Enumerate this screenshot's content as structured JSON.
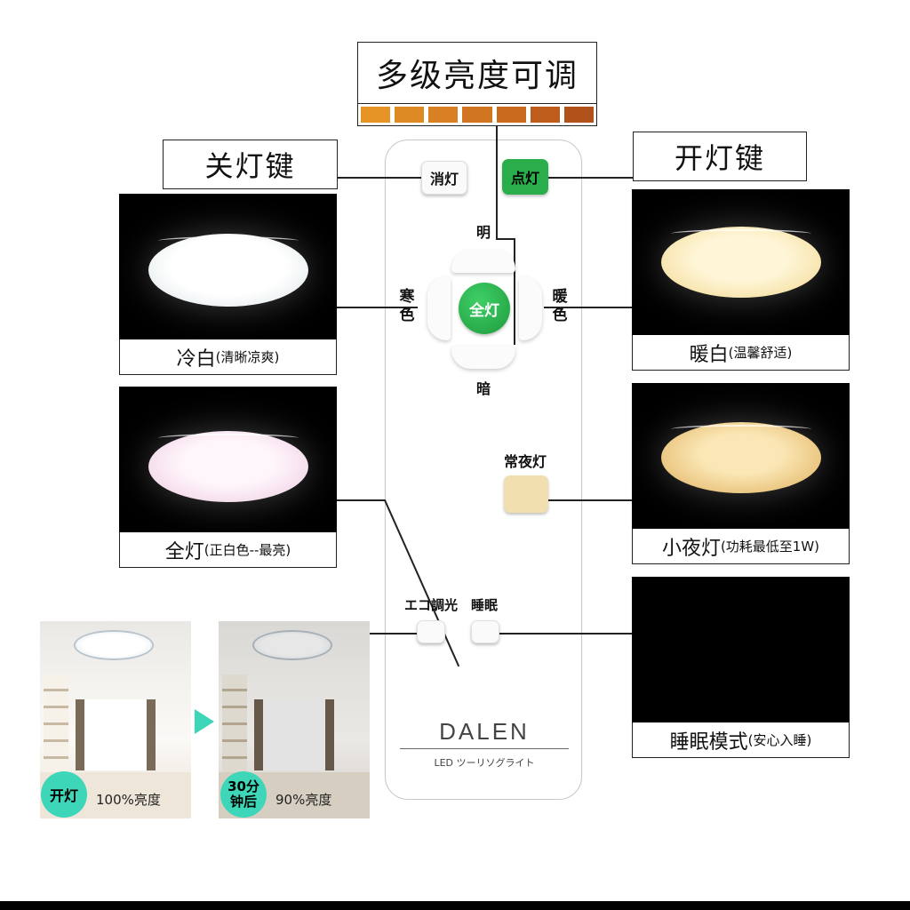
{
  "header": {
    "title": "多级亮度可调",
    "swatches": [
      "#e59425",
      "#dd8a25",
      "#d98024",
      "#d27521",
      "#ca6a1e",
      "#be5d1b",
      "#b0521a"
    ]
  },
  "keys": {
    "off_label": "关灯键",
    "on_label": "开灯键"
  },
  "remote": {
    "off_button": "消灯",
    "on_button": "点灯",
    "bright": "明",
    "dark": "暗",
    "cold_color": "寒色",
    "warm_color": "暖色",
    "full_button": "全灯",
    "night_light": "常夜灯",
    "eco_dim": "エコ調光",
    "sleep": "睡眠",
    "brand": "DALEN",
    "subtitle": "LED ツーリソグライト"
  },
  "modes": {
    "cold_white": {
      "main": "冷白",
      "note": "(清晰凉爽)"
    },
    "full_light": {
      "main": "全灯",
      "note": "(正白色--最亮)"
    },
    "warm_white": {
      "main": "暖白",
      "note": "(温馨舒适)"
    },
    "night_light": {
      "main": "小夜灯",
      "note": "(功耗最低至1W)"
    },
    "sleep_mode": {
      "main": "睡眠模式",
      "note": "(安心入睡)"
    }
  },
  "eco": {
    "before_badge": "开灯",
    "before_level": "100%亮度",
    "after_badge": "30分钟后",
    "after_level": "90%亮度"
  },
  "colors": {
    "green_button": "#27b04a",
    "teal_badge": "#3ed6b8",
    "night_button": "#f2dfb0"
  }
}
